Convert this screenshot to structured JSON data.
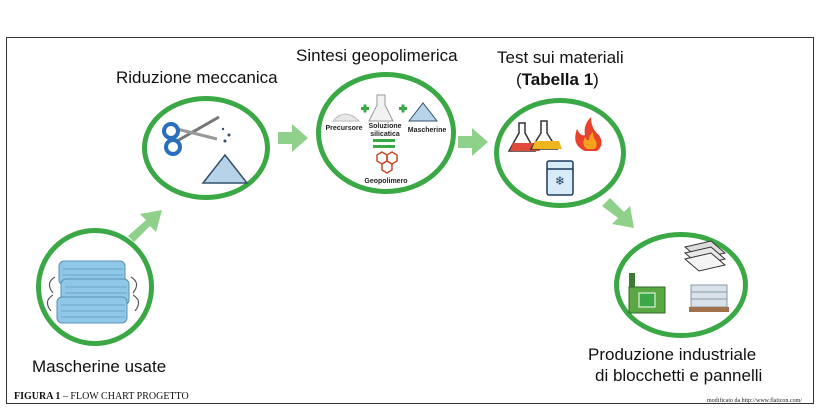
{
  "steps": {
    "step1": "Mascherine usate",
    "step2": "Riduzione meccanica",
    "step3": "Sintesi geopolimerica",
    "step4_line1": "Test sui materiali",
    "step4_open": "(",
    "step4_bold": "Tabella 1",
    "step4_close": ")",
    "step5_line1": "Produzione industriale",
    "step5_line2": "di blocchetti e pannelli"
  },
  "synthesis": {
    "precursore": "Precursore",
    "soluzione_line1": "Soluzione",
    "soluzione_line2": "silicatica",
    "mascherine": "Mascherine",
    "geopolimero": "Geopolimero"
  },
  "caption": {
    "fig": "FIGURA 1",
    "text": " – FLOW CHART PROGETTO"
  },
  "credit": "modificato da http://www.flaticon.com/",
  "colors": {
    "circle_border": "#3aa845",
    "arrow_fill": "#8fd18a",
    "mask_blue": "#8fc7e8"
  }
}
